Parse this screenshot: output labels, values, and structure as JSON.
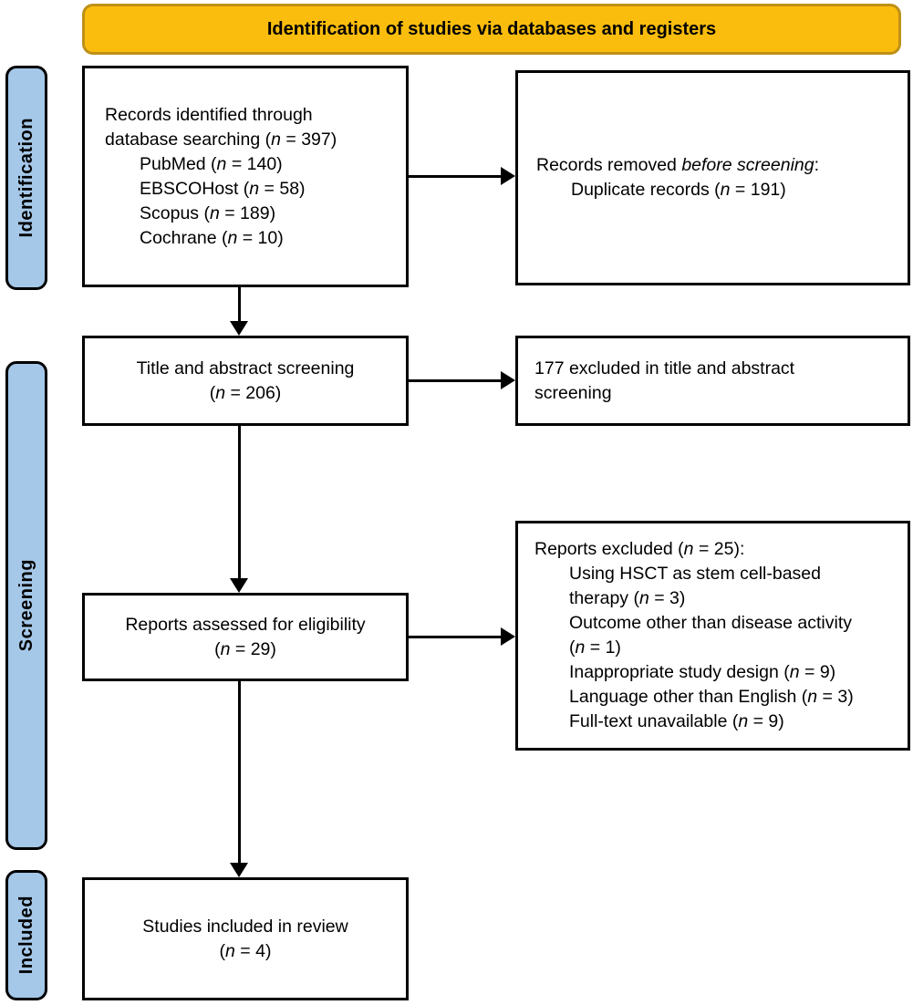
{
  "banner": {
    "title": "Identification of studies via databases and registers"
  },
  "colors": {
    "banner_fill": "#FBBD0D",
    "banner_border": "#BD9017",
    "stage_fill": "#A5C8E9",
    "stage_border": "#000000",
    "box_border": "#000000",
    "arrow": "#000000"
  },
  "stages": {
    "identification": {
      "label": "Identification"
    },
    "screening": {
      "label": "Screening"
    },
    "included": {
      "label": "Included"
    }
  },
  "boxes": {
    "identified": {
      "lines": [
        {
          "indent": 0,
          "segments": [
            {
              "t": "Records identified through"
            }
          ]
        },
        {
          "indent": 0,
          "segments": [
            {
              "t": "database searching ("
            },
            {
              "t": "n",
              "i": true
            },
            {
              "t": " = 397)"
            }
          ]
        },
        {
          "indent": 1,
          "segments": [
            {
              "t": "PubMed ("
            },
            {
              "t": "n",
              "i": true
            },
            {
              "t": " = 140)"
            }
          ]
        },
        {
          "indent": 1,
          "segments": [
            {
              "t": "EBSCOHost ("
            },
            {
              "t": "n",
              "i": true
            },
            {
              "t": " = 58)"
            }
          ]
        },
        {
          "indent": 1,
          "segments": [
            {
              "t": "Scopus ("
            },
            {
              "t": "n",
              "i": true
            },
            {
              "t": " = 189)"
            }
          ]
        },
        {
          "indent": 1,
          "segments": [
            {
              "t": "Cochrane ("
            },
            {
              "t": "n",
              "i": true
            },
            {
              "t": " = 10)"
            }
          ]
        }
      ]
    },
    "removed": {
      "lines": [
        {
          "indent": 0,
          "segments": [
            {
              "t": "Records removed "
            },
            {
              "t": "before screening",
              "i": true
            },
            {
              "t": ":"
            }
          ]
        },
        {
          "indent": 1,
          "segments": [
            {
              "t": "Duplicate records ("
            },
            {
              "t": "n",
              "i": true
            },
            {
              "t": " = 191)"
            }
          ]
        }
      ]
    },
    "title_abstract": {
      "lines": [
        {
          "indent": 0,
          "segments": [
            {
              "t": "Title and abstract screening"
            }
          ]
        },
        {
          "indent": 0,
          "segments": [
            {
              "t": "("
            },
            {
              "t": "n",
              "i": true
            },
            {
              "t": " = 206)"
            }
          ]
        }
      ]
    },
    "excluded_title_abstract": {
      "lines": [
        {
          "indent": 0,
          "segments": [
            {
              "t": "177 excluded in title and abstract"
            }
          ]
        },
        {
          "indent": 0,
          "segments": [
            {
              "t": "screening"
            }
          ]
        }
      ]
    },
    "assessed": {
      "lines": [
        {
          "indent": 0,
          "segments": [
            {
              "t": "Reports assessed for eligibility"
            }
          ]
        },
        {
          "indent": 0,
          "segments": [
            {
              "t": "("
            },
            {
              "t": "n",
              "i": true
            },
            {
              "t": " = 29)"
            }
          ]
        }
      ]
    },
    "reports_excluded": {
      "lines": [
        {
          "indent": 0,
          "segments": [
            {
              "t": "Reports excluded ("
            },
            {
              "t": "n",
              "i": true
            },
            {
              "t": " = 25):"
            }
          ]
        },
        {
          "indent": 1,
          "segments": [
            {
              "t": "Using HSCT as stem cell-based"
            }
          ]
        },
        {
          "indent": 1,
          "segments": [
            {
              "t": "therapy ("
            },
            {
              "t": "n",
              "i": true
            },
            {
              "t": " = 3)"
            }
          ]
        },
        {
          "indent": 1,
          "segments": [
            {
              "t": "Outcome other than disease activity"
            }
          ]
        },
        {
          "indent": 1,
          "segments": [
            {
              "t": "("
            },
            {
              "t": "n",
              "i": true
            },
            {
              "t": " = 1)"
            }
          ]
        },
        {
          "indent": 1,
          "segments": [
            {
              "t": "Inappropriate study design ("
            },
            {
              "t": "n",
              "i": true
            },
            {
              "t": " = 9)"
            }
          ]
        },
        {
          "indent": 1,
          "segments": [
            {
              "t": "Language other than English ("
            },
            {
              "t": "n",
              "i": true
            },
            {
              "t": " = 3)"
            }
          ]
        },
        {
          "indent": 1,
          "segments": [
            {
              "t": "Full-text unavailable ("
            },
            {
              "t": "n",
              "i": true
            },
            {
              "t": " = 9)"
            }
          ]
        }
      ]
    },
    "included": {
      "lines": [
        {
          "indent": 0,
          "segments": [
            {
              "t": "Studies included in review"
            }
          ]
        },
        {
          "indent": 0,
          "segments": [
            {
              "t": "("
            },
            {
              "t": "n",
              "i": true
            },
            {
              "t": " = 4)"
            }
          ]
        }
      ]
    }
  }
}
